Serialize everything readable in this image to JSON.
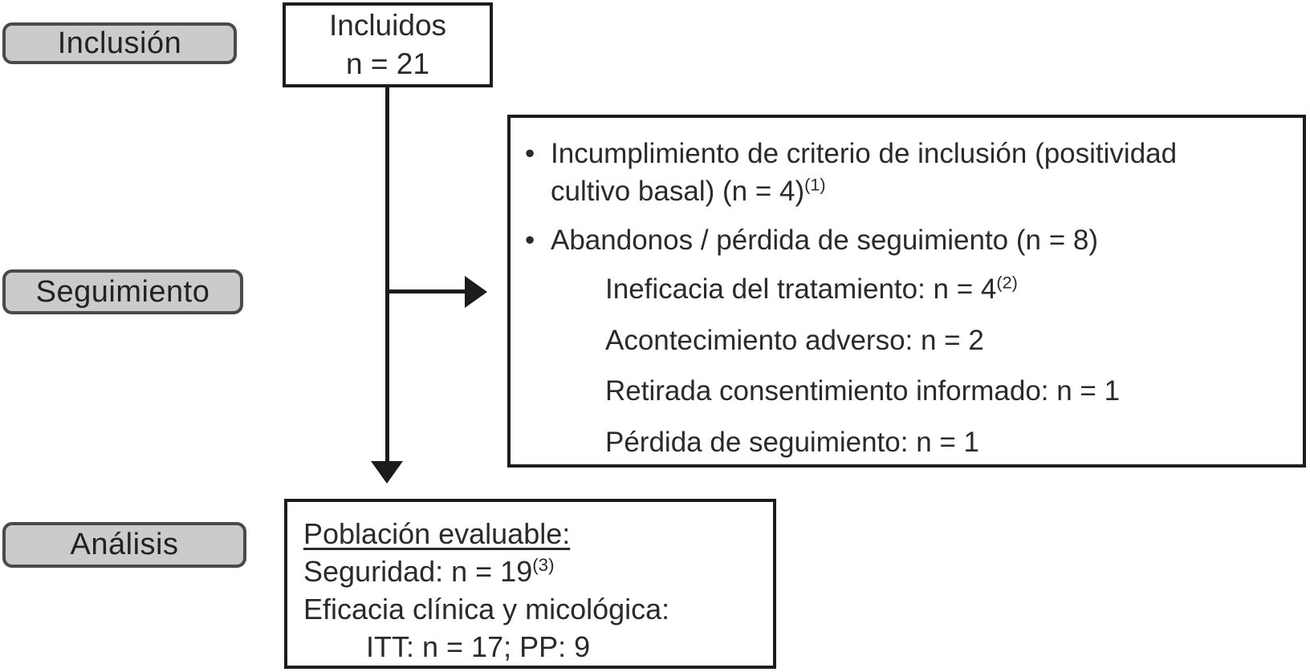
{
  "diagram": {
    "title_semantic": "Flujo de pacientes del estudio (diagrama CONSORT)",
    "stages": [
      {
        "label": "Inclusión"
      },
      {
        "label": "Seguimiento"
      },
      {
        "label": "Análisis"
      }
    ],
    "included_box": {
      "line1": "Incluidos",
      "line2": "n = 21"
    },
    "exclusions_box": {
      "bullet_glyph": "•",
      "item1": {
        "line1": "Incumplimiento de criterio de inclusión (positividad",
        "line2": "cultivo basal) (n = 4)",
        "sup": "(1)"
      },
      "item2": {
        "text": "Abandonos / pérdida de seguimiento (n = 8)"
      },
      "sub_items": [
        {
          "text": "Ineficacia del tratamiento: n = 4",
          "sup": "(2)"
        },
        {
          "text": "Acontecimiento adverso: n = 2",
          "sup": ""
        },
        {
          "text": "Retirada consentimiento informado: n = 1",
          "sup": ""
        },
        {
          "text": "Pérdida de seguimiento: n = 1",
          "sup": ""
        }
      ]
    },
    "analysis_box": {
      "title": "Población evaluable:",
      "line1": {
        "text": "Seguridad: n = 19",
        "sup": "(3)"
      },
      "line2": "Eficacia clínica y micológica:",
      "line3": "ITT: n = 17; PP: 9"
    },
    "colors": {
      "stage_fill": "#cbcbcb",
      "stage_border": "#4a4a4a",
      "box_border": "#1c1c1c",
      "text": "#2a2a2a",
      "background": "#ffffff"
    }
  }
}
